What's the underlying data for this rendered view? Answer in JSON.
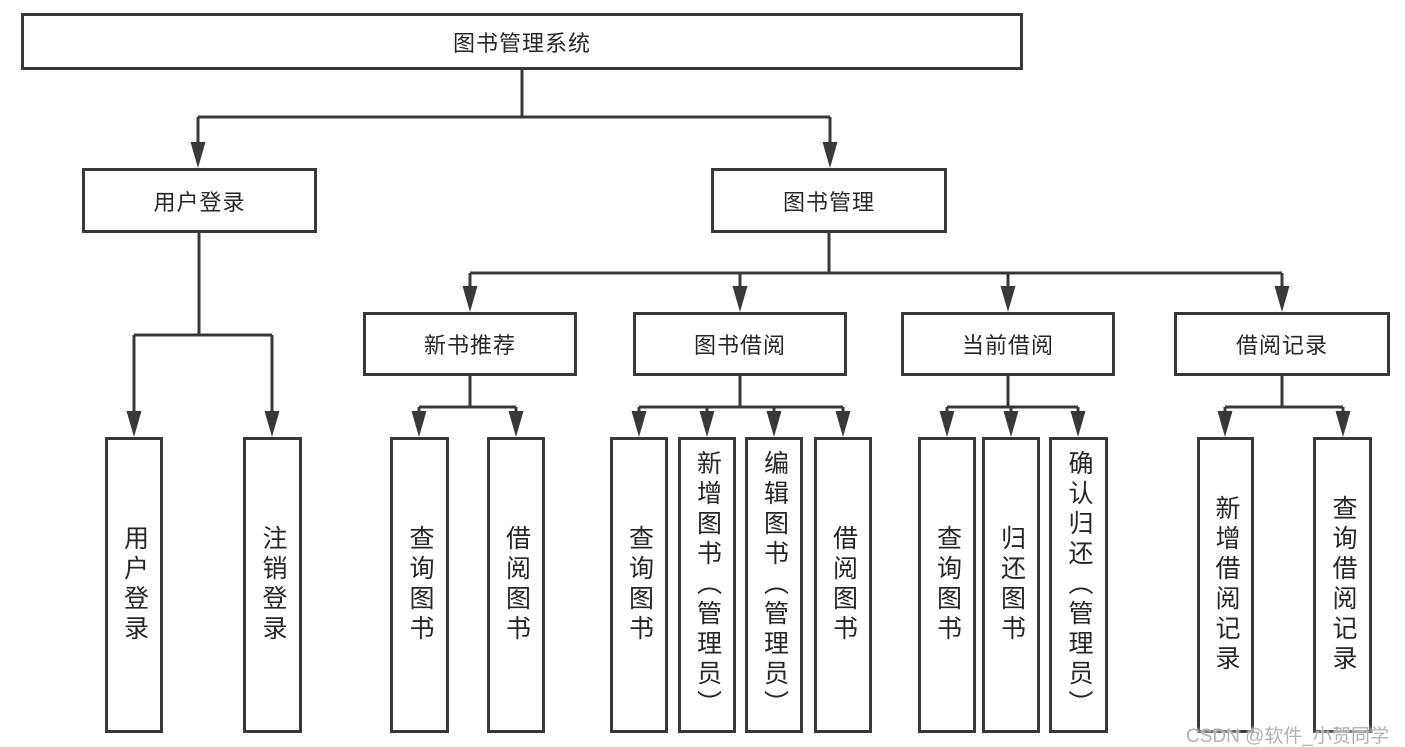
{
  "diagram": {
    "type": "hierarchy-tree",
    "colors": {
      "line": "#383838",
      "box_border": "#383838",
      "text": "#262626",
      "background": "#ffffff",
      "watermark": "#b2b2b2"
    },
    "tree": {
      "root": {
        "label": "图书管理系统"
      },
      "level2": [
        {
          "label": "用户登录",
          "parent": "图书管理系统"
        },
        {
          "label": "图书管理",
          "parent": "图书管理系统"
        }
      ],
      "level3": [
        {
          "label": "新书推荐",
          "parent": "图书管理"
        },
        {
          "label": "图书借阅",
          "parent": "图书管理"
        },
        {
          "label": "当前借阅",
          "parent": "图书管理"
        },
        {
          "label": "借阅记录",
          "parent": "图书管理"
        }
      ],
      "leaves": [
        {
          "label": "用户登录",
          "parent": "用户登录"
        },
        {
          "label": "注销登录",
          "parent": "用户登录"
        },
        {
          "label": "查询图书",
          "parent": "新书推荐"
        },
        {
          "label": "借阅图书",
          "parent": "新书推荐"
        },
        {
          "label": "查询图书",
          "parent": "图书借阅"
        },
        {
          "label": "新增图书（管理员）",
          "parent": "图书借阅"
        },
        {
          "label": "编辑图书（管理员）",
          "parent": "图书借阅"
        },
        {
          "label": "借阅图书",
          "parent": "图书借阅"
        },
        {
          "label": "查询图书",
          "parent": "当前借阅"
        },
        {
          "label": "归还图书",
          "parent": "当前借阅"
        },
        {
          "label": "确认归还（管理员）",
          "parent": "当前借阅"
        },
        {
          "label": "新增借阅记录",
          "parent": "借阅记录"
        },
        {
          "label": "查询借阅记录",
          "parent": "借阅记录"
        }
      ]
    }
  },
  "watermark": {
    "text": "CSDN @软件_小贺同学"
  }
}
